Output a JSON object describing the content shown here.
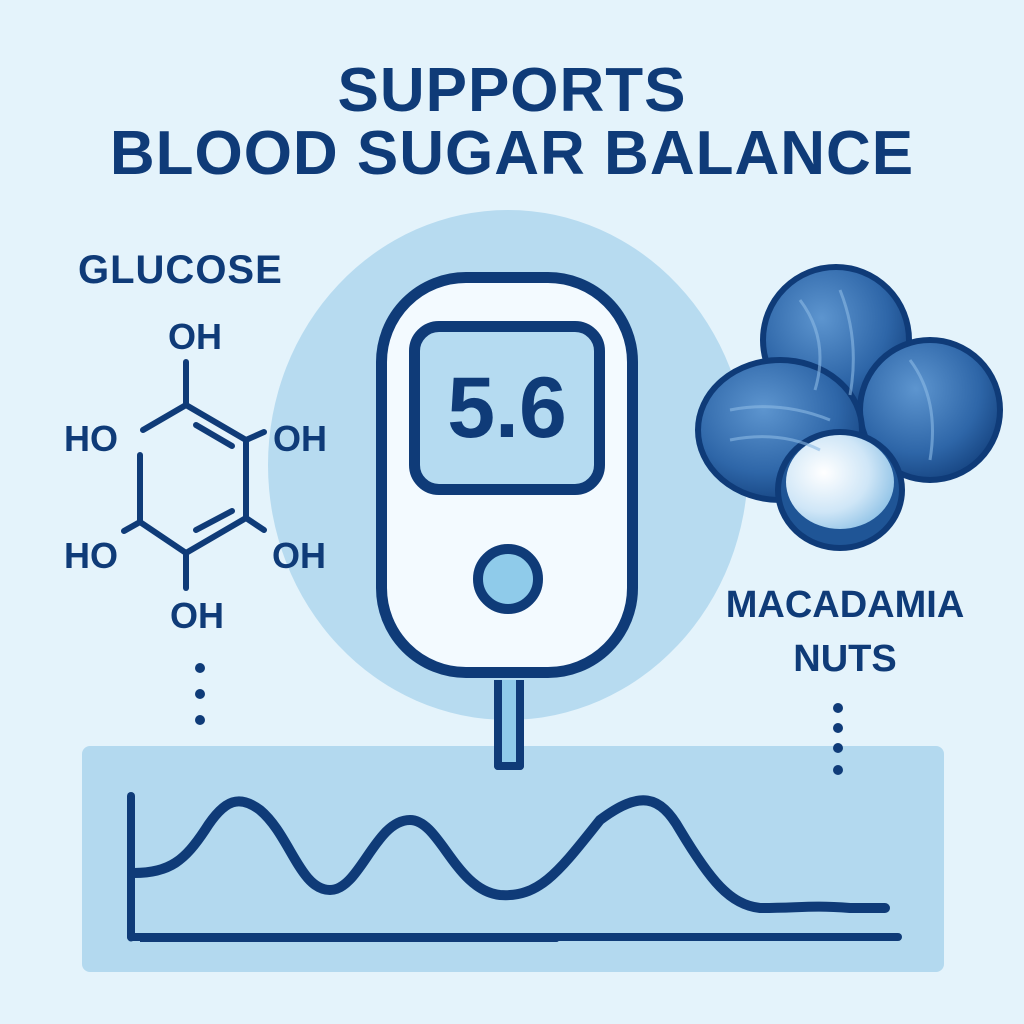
{
  "header": {
    "title_line1": "SUPPORTS",
    "title_line2": "BLOOD SUGAR BALANCE"
  },
  "glucose": {
    "label": "GLUCOSE",
    "groups": [
      "OH",
      "HO",
      "OH",
      "HO",
      "OH",
      "OH"
    ]
  },
  "meter": {
    "reading": "5.6"
  },
  "nuts": {
    "label_line1": "MACADAMIA",
    "label_line2": "NUTS"
  },
  "colors": {
    "background": "#e4f3fb",
    "primary": "#0f3b78",
    "light_blue": "#b5dbf1",
    "accent_blue": "#8fcbea"
  },
  "chart_data": {
    "type": "line",
    "title": "",
    "xlabel": "",
    "ylabel": "",
    "x": [
      0,
      1,
      2,
      3,
      4,
      5,
      6,
      7
    ],
    "values": [
      0.3,
      0.85,
      0.2,
      0.75,
      0.15,
      0.85,
      0.1,
      0.05
    ],
    "grid": false,
    "legend": "none"
  }
}
